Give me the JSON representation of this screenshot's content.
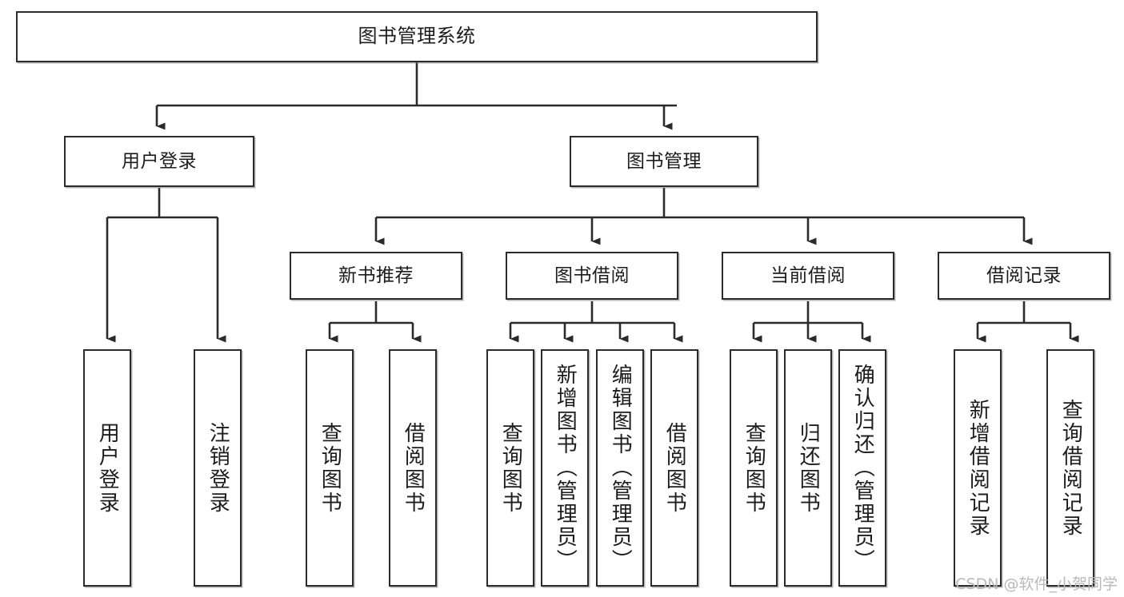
{
  "diagram": {
    "type": "tree-hierarchy",
    "title": "图书管理系统",
    "orientation": "top-down",
    "colors": {
      "box_border": "#2b2b2b",
      "box_fill": "#ffffff",
      "connector": "#2b2b2b",
      "text": "#1c1c1c",
      "watermark": "#b9b9b9"
    },
    "watermark": "CSDN @软件_小贺同学",
    "levels": [
      {
        "level": 0,
        "nodes": [
          {
            "id": "root",
            "label": "图书管理系统",
            "orientation": "horizontal"
          }
        ]
      },
      {
        "level": 1,
        "nodes": [
          {
            "id": "user-login",
            "label": "用户登录",
            "orientation": "horizontal",
            "parent": "root"
          },
          {
            "id": "book-manage",
            "label": "图书管理",
            "orientation": "horizontal",
            "parent": "root"
          }
        ]
      },
      {
        "level": 2,
        "nodes": [
          {
            "id": "new-book-rec",
            "label": "新书推荐",
            "orientation": "horizontal",
            "parent": "book-manage"
          },
          {
            "id": "book-borrow",
            "label": "图书借阅",
            "orientation": "horizontal",
            "parent": "book-manage"
          },
          {
            "id": "current-borrow",
            "label": "当前借阅",
            "orientation": "horizontal",
            "parent": "book-manage"
          },
          {
            "id": "borrow-record",
            "label": "借阅记录",
            "orientation": "horizontal",
            "parent": "book-manage"
          }
        ]
      },
      {
        "level": 3,
        "nodes": [
          {
            "id": "leaf-user-login",
            "label": "用户登录",
            "orientation": "vertical",
            "parent": "user-login"
          },
          {
            "id": "leaf-user-logout",
            "label": "注销登录",
            "orientation": "vertical",
            "parent": "user-login"
          },
          {
            "id": "leaf-rec-query",
            "label": "查询图书",
            "orientation": "vertical",
            "parent": "new-book-rec"
          },
          {
            "id": "leaf-rec-borrow",
            "label": "借阅图书",
            "orientation": "vertical",
            "parent": "new-book-rec"
          },
          {
            "id": "leaf-borrow-query",
            "label": "查询图书",
            "orientation": "vertical",
            "parent": "book-borrow"
          },
          {
            "id": "leaf-borrow-add",
            "label": "新增图书（管理员）",
            "orientation": "vertical",
            "parent": "book-borrow"
          },
          {
            "id": "leaf-borrow-edit",
            "label": "编辑图书（管理员）",
            "orientation": "vertical",
            "parent": "book-borrow"
          },
          {
            "id": "leaf-borrow-do",
            "label": "借阅图书",
            "orientation": "vertical",
            "parent": "book-borrow"
          },
          {
            "id": "leaf-cur-query",
            "label": "查询图书",
            "orientation": "vertical",
            "parent": "current-borrow"
          },
          {
            "id": "leaf-cur-return",
            "label": "归还图书",
            "orientation": "vertical",
            "parent": "current-borrow"
          },
          {
            "id": "leaf-cur-confirm",
            "label": "确认归还（管理员）",
            "orientation": "vertical",
            "parent": "current-borrow"
          },
          {
            "id": "leaf-rec-add",
            "label": "新增借阅记录",
            "orientation": "vertical",
            "parent": "borrow-record"
          },
          {
            "id": "leaf-rec-query2",
            "label": "查询借阅记录",
            "orientation": "vertical",
            "parent": "borrow-record"
          }
        ]
      }
    ]
  }
}
